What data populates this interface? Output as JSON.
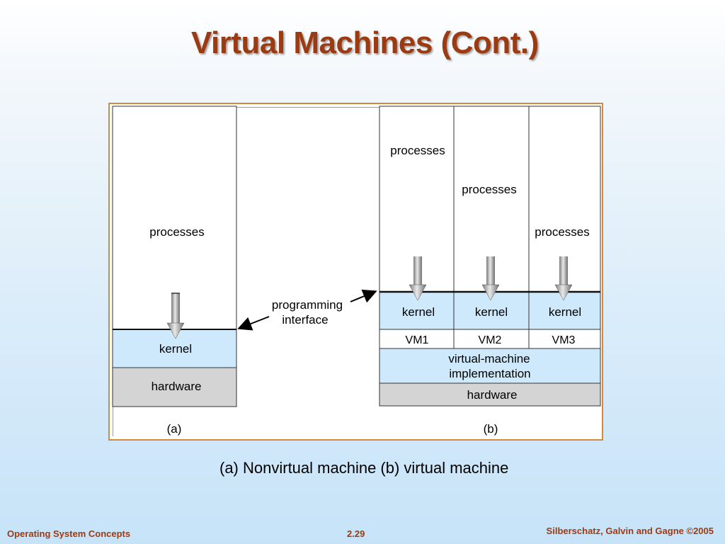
{
  "slide": {
    "title": "Virtual Machines (Cont.)",
    "caption": "(a) Nonvirtual machine (b) virtual machine",
    "footer_left": "Operating System Concepts",
    "footer_center": "2.29",
    "footer_right": "Silberschatz, Galvin and Gagne ©2005"
  },
  "diagram": {
    "a": {
      "processes": "processes",
      "kernel": "kernel",
      "hardware": "hardware",
      "label": "(a)"
    },
    "interface_line1": "programming",
    "interface_line2": "interface",
    "b": {
      "processes": [
        "processes",
        "processes",
        "processes"
      ],
      "kernels": [
        "kernel",
        "kernel",
        "kernel"
      ],
      "vms": [
        "VM1",
        "VM2",
        "VM3"
      ],
      "vmi_line1": "virtual-machine",
      "vmi_line2": "implementation",
      "hardware": "hardware",
      "label": "(b)"
    },
    "colors": {
      "kernel_fill": "#cde9fb",
      "hardware_fill": "#d4d4d4",
      "frame_border": "#d38a3c",
      "title": "#9c3a12"
    }
  }
}
